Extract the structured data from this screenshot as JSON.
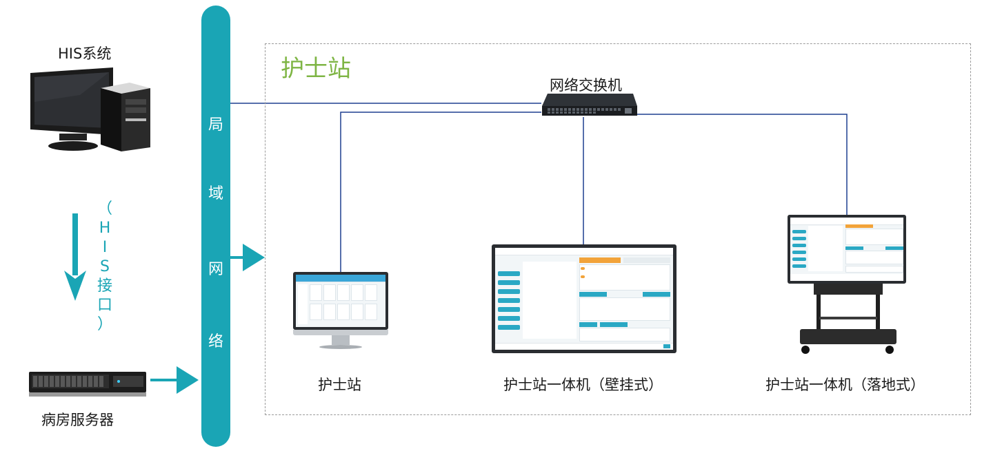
{
  "diagram": {
    "his_system_label": "HIS系统",
    "ward_server_label": "病房服务器",
    "his_interface_chars": [
      "（",
      "H",
      "I",
      "S",
      "接",
      "口",
      "）"
    ],
    "lan_chars": [
      "局",
      "域",
      "网",
      "络"
    ],
    "nurse_station_group_title": "护士站",
    "switch_label": "网络交换机",
    "nurse_pc_label": "护士站",
    "wall_terminal_label": "护士站一体机（壁挂式）",
    "floor_terminal_label": "护士站一体机（落地式）"
  },
  "colors": {
    "lan_bar": "#1aa5b5",
    "arrow": "#1aa5b5",
    "line": "#1d3f8f",
    "group_title": "#7eb544",
    "dashed_border": "#9a9a9a"
  },
  "icons": [
    "desktop-computer-icon",
    "rack-server-icon",
    "network-switch-icon",
    "monitor-icon",
    "wall-terminal-icon",
    "floor-stand-terminal-icon"
  ]
}
